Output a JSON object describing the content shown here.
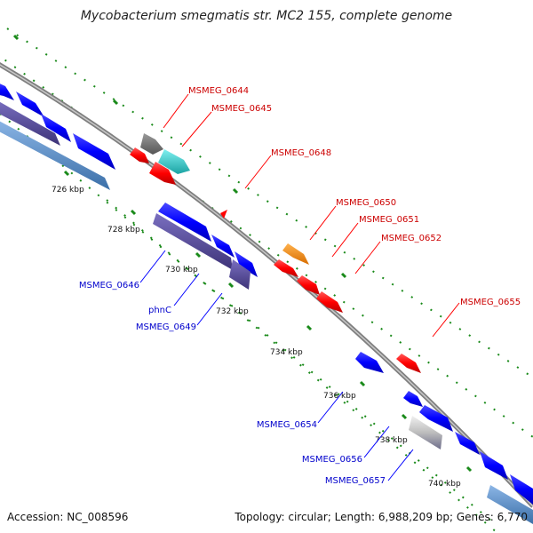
{
  "title": "Mycobacterium smegmatis str. MC2 155, complete genome",
  "footer": {
    "accession": "Accession: NC_008596",
    "summary": "Topology: circular; Length: 6,988,209 bp; Genes: 6,770"
  },
  "ticks": [
    "726 kbp",
    "728 kbp",
    "730 kbp",
    "732 kbp",
    "734 kbp",
    "736 kbp",
    "738 kbp",
    "740 kbp"
  ],
  "genes_forward": [
    {
      "id": "MSMEG_0644",
      "color": "#ff0000"
    },
    {
      "id": "MSMEG_0645",
      "color": "#ff0000"
    },
    {
      "id": "MSMEG_0648",
      "color": "#ff0000"
    },
    {
      "id": "MSMEG_0650",
      "color": "#ff0000"
    },
    {
      "id": "MSMEG_0651",
      "color": "#ff0000"
    },
    {
      "id": "MSMEG_0652",
      "color": "#ff0000"
    },
    {
      "id": "MSMEG_0655",
      "color": "#ff0000"
    }
  ],
  "genes_reverse": [
    {
      "id": "MSMEG_0646",
      "color": "#0000ff"
    },
    {
      "id": "phnC",
      "color": "#0000ff"
    },
    {
      "id": "MSMEG_0649",
      "color": "#0000ff"
    },
    {
      "id": "MSMEG_0654",
      "color": "#0000ff"
    },
    {
      "id": "MSMEG_0656",
      "color": "#0000ff"
    },
    {
      "id": "MSMEG_0657",
      "color": "#0000ff"
    }
  ],
  "colors": {
    "forward_label": "#cc0000",
    "reverse_label": "#0000cc",
    "backbone": "#8c8c8c",
    "tick_dash": "#1a8a1a",
    "cds_forward": "#ff0000",
    "cds_reverse": "#0000ff",
    "orange": "#ff8c00",
    "cyan": "#33cccc",
    "grey": "#777777",
    "slate": "#5a4d9b",
    "steel": "#5b8fc6"
  }
}
